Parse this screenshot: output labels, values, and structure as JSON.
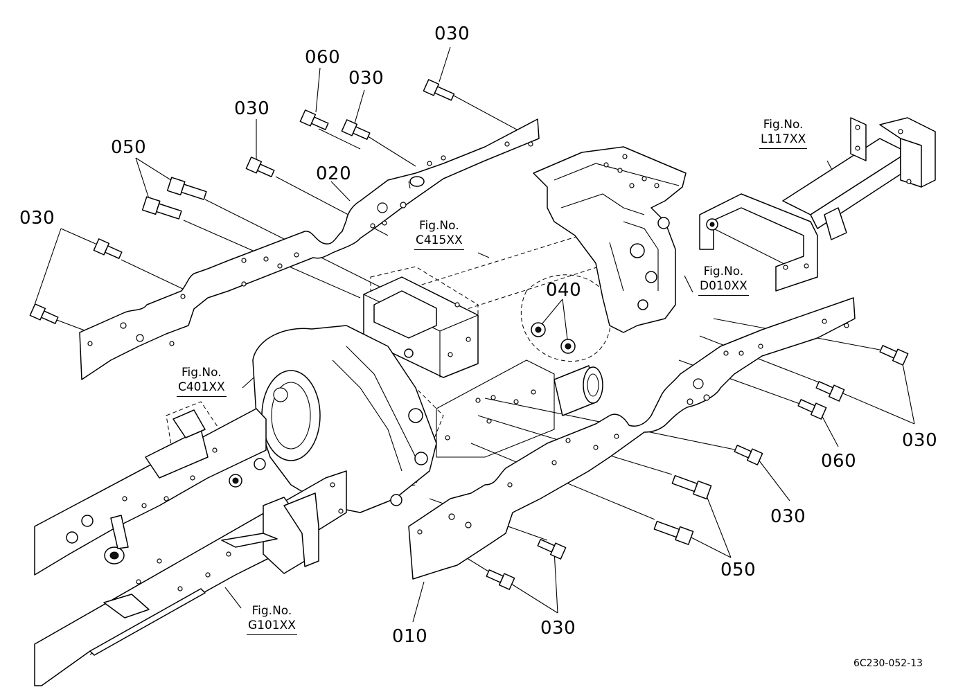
{
  "part_labels": [
    {
      "id": "030_top",
      "text": "030"
    },
    {
      "id": "060_top",
      "text": "060"
    },
    {
      "id": "030_top2",
      "text": "030"
    },
    {
      "id": "030_mid",
      "text": "030"
    },
    {
      "id": "050_left",
      "text": "050"
    },
    {
      "id": "020",
      "text": "020"
    },
    {
      "id": "030_left",
      "text": "030"
    },
    {
      "id": "040",
      "text": "040"
    },
    {
      "id": "030_right",
      "text": "030"
    },
    {
      "id": "060_right",
      "text": "060"
    },
    {
      "id": "030_right2",
      "text": "030"
    },
    {
      "id": "050_right",
      "text": "050"
    },
    {
      "id": "030_bottom",
      "text": "030"
    },
    {
      "id": "010",
      "text": "010"
    }
  ],
  "figure_refs": [
    {
      "id": "L117XX",
      "prefix": "Fig.No.",
      "code": "L117XX"
    },
    {
      "id": "C415XX",
      "prefix": "Fig.No.",
      "code": "C415XX"
    },
    {
      "id": "D010XX",
      "prefix": "Fig.No.",
      "code": "D010XX"
    },
    {
      "id": "C401XX",
      "prefix": "Fig.No.",
      "code": "C401XX"
    },
    {
      "id": "G101XX",
      "prefix": "Fig.No.",
      "code": "G101XX"
    }
  ],
  "drawing_ref": "6C230-052-13"
}
